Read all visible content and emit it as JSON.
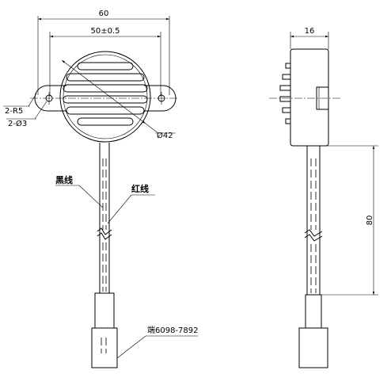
{
  "front_view": {
    "dim_overall_width": "60",
    "dim_mount_spacing": "50±0.5",
    "dim_mount_radius": "2-R5",
    "dim_hole_diameter": "2-Ø3",
    "dim_body_diameter": "Ø42",
    "label_black_wire": "黑线",
    "label_red_wire": "红线",
    "label_connector": "端6098-7892"
  },
  "side_view": {
    "dim_depth": "16",
    "dim_wire_length": "80"
  }
}
